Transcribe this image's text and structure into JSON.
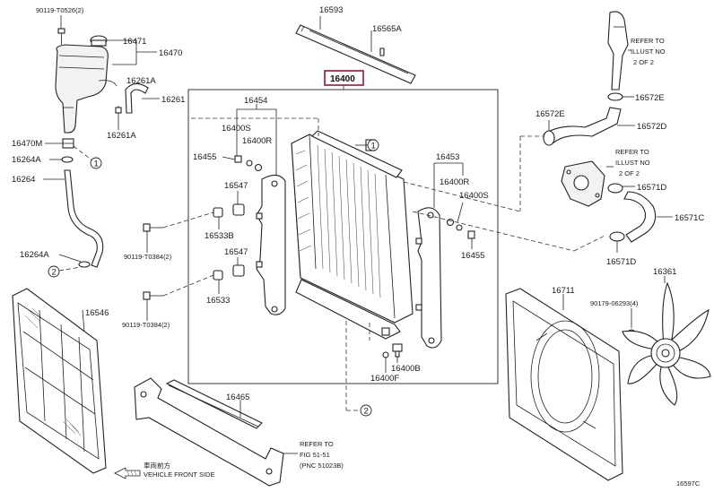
{
  "highlight_color": "#a0103c",
  "labels": {
    "p90119_t0526": "90119-T0526(2)",
    "p16593": "16593",
    "p16565a": "16565A",
    "p16471": "16471",
    "p16470": "16470",
    "p16400": "16400",
    "p16261a_top": "16261A",
    "p16261": "16261",
    "p16454": "16454",
    "p16400s_l": "16400S",
    "p16400r_l": "16400R",
    "p16261a_bot": "16261A",
    "p16470m": "16470M",
    "p16264a_top": "16264A",
    "p16264": "16264",
    "p16455_l": "16455",
    "p16547_a": "16547",
    "p16533b": "16533B",
    "p90119_t0384_a": "90119-T0384(2)",
    "p16547_b": "16547",
    "p16533": "16533",
    "p90119_t0384_b": "90119-T0384(2)",
    "p16264a_bot": "16264A",
    "p16546": "16546",
    "p16465": "16465",
    "p16453": "16453",
    "p16400r_r": "16400R",
    "p16400s_r": "16400S",
    "p16455_r": "16455",
    "p16400b": "16400B",
    "p16400f": "16400F",
    "p16572e_top": "16572E",
    "p16572e": "16572E",
    "p16572d": "16572D",
    "p16571d_top": "16571D",
    "p16571c": "16571C",
    "p16571d_bot": "16571D",
    "p16711": "16711",
    "p16361": "16361",
    "p90179_06293": "90179-06293(4)",
    "ref1_line1": "REFER TO",
    "ref1_line2": "ILLUST NO",
    "ref1_line3": "2 OF 2",
    "ref2_line1": "REFER TO",
    "ref2_line2": "ILLUST NO",
    "ref2_line3": "2 OF 2",
    "ref3_line1": "REFER TO",
    "ref3_line2": "FIG 51-51",
    "ref3_line3": "(PNC 51023B)",
    "vehicle_front_jp": "車両前方",
    "vehicle_front_en": "VEHICLE FRONT SIDE",
    "circle_1a": "1",
    "circle_1b": "1",
    "circle_2a": "2",
    "circle_2b": "2",
    "figure_id": "16597C"
  }
}
